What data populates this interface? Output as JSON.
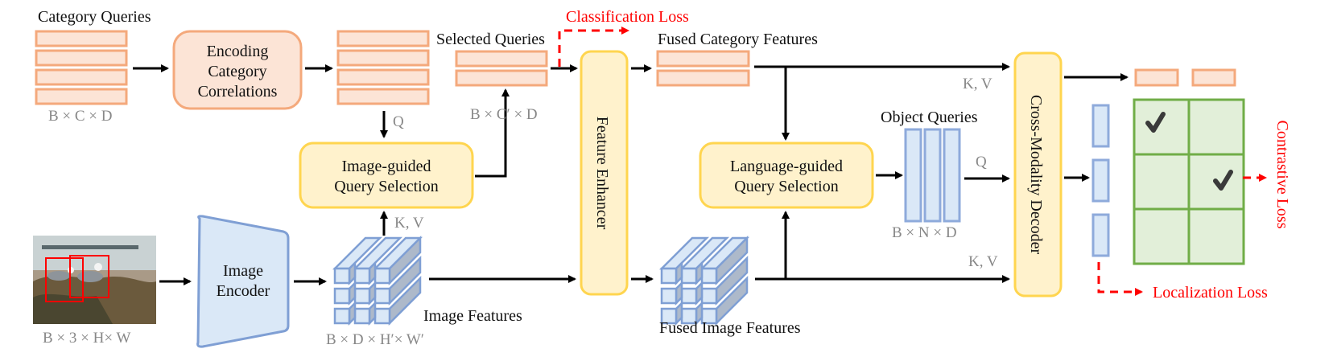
{
  "labels": {
    "category_queries": "Category Queries",
    "category_queries_dim": "B × C × D",
    "encoding_box": [
      "Encoding",
      "Category",
      "Correlations"
    ],
    "selected_queries": "Selected Queries",
    "selected_queries_dim": "B × C′ × D",
    "q_label": "Q",
    "kv_label": "K, V",
    "image_guided_box": [
      "Image-guided",
      "Query Selection"
    ],
    "feature_enhancer": "Feature Enhancer",
    "classification_loss": "Classification Loss",
    "fused_category_features": "Fused Category Features",
    "object_queries": "Object Queries",
    "object_queries_dim": "B × N × D",
    "language_guided_box": [
      "Language-guided",
      "Query Selection"
    ],
    "cross_modality_decoder": "Cross-Modality Decoder",
    "contrastive_loss": "Contrastive Loss",
    "localization_loss": "Localization Loss",
    "image_encoder": [
      "Image",
      "Encoder"
    ],
    "input_image_dim": "B × 3 × H× W",
    "image_features": "Image Features",
    "image_features_dim": "B × D × H′× W′",
    "fused_image_features": "Fused Image Features"
  },
  "input_image": {
    "description": "Two seagulls standing on rocks by water",
    "detection_boxes": 2
  },
  "matching_grid": {
    "rows": 3,
    "cols": 2,
    "checked_cells": [
      [
        0,
        0
      ],
      [
        1,
        1
      ]
    ]
  },
  "colors": {
    "category_fill": "#fce4d6",
    "category_stroke": "#f4a97c",
    "module_fill": "#fff2cc",
    "module_stroke": "#ffd54f",
    "feature_fill": "#dae8f7",
    "feature_stroke": "#8eaadb",
    "grid_fill": "#e2efd9",
    "grid_stroke": "#70ad47",
    "loss_color": "#ff0000"
  }
}
